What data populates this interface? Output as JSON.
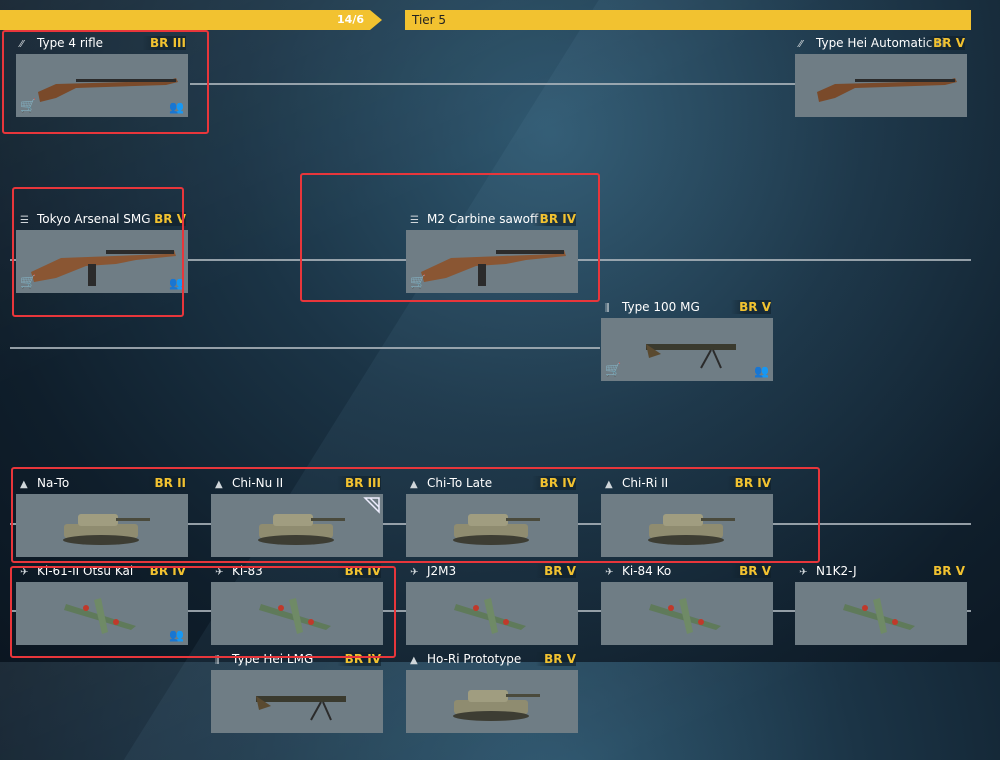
{
  "header": {
    "progress_label": "14/6",
    "tier_label": "Tier 5"
  },
  "colors": {
    "accent": "#f2c230",
    "highlight": "#e8363b",
    "card_bg": "#6f7d85"
  },
  "cards": [
    {
      "id": "type4",
      "icon": "rifle-icon",
      "name": "Type 4 rifle",
      "br": "BR III",
      "badges": [
        "shop-icon",
        "squad-icon"
      ]
    },
    {
      "id": "typehei",
      "icon": "rifle-icon",
      "name": "Type Hei Automatic ri",
      "br": "BR V",
      "badges": []
    },
    {
      "id": "tokyo",
      "icon": "smg-icon",
      "name": "Tokyo Arsenal SMG",
      "br": "BR V",
      "badges": [
        "shop-icon",
        "squad-icon"
      ]
    },
    {
      "id": "m2",
      "icon": "smg-icon",
      "name": "M2 Carbine sawoff",
      "br": "BR IV",
      "badges": [
        "shop-icon"
      ]
    },
    {
      "id": "t100",
      "icon": "mg-icon",
      "name": "Type 100 MG",
      "br": "BR V",
      "badges": [
        "shop-icon",
        "squad-icon"
      ]
    },
    {
      "id": "nato",
      "icon": "tank-icon",
      "name": "Na-To",
      "br": "BR II",
      "badges": []
    },
    {
      "id": "chinu",
      "icon": "tank-icon",
      "name": "Chi-Nu II",
      "br": "BR III",
      "badges": [
        "corner-icon"
      ]
    },
    {
      "id": "chito",
      "icon": "tank-icon",
      "name": "Chi-To Late",
      "br": "BR IV",
      "badges": []
    },
    {
      "id": "chiri",
      "icon": "tank-icon",
      "name": "Chi-Ri II",
      "br": "BR IV",
      "badges": []
    },
    {
      "id": "ki61",
      "icon": "fighter-icon",
      "name": "Ki-61-II Otsu Kai",
      "br": "BR IV",
      "badges": [
        "squad-icon"
      ]
    },
    {
      "id": "ki83",
      "icon": "fighter-icon",
      "name": "Ki-83",
      "br": "BR IV",
      "badges": []
    },
    {
      "id": "j2m3",
      "icon": "fighter-icon",
      "name": "J2M3",
      "br": "BR V",
      "badges": []
    },
    {
      "id": "ki84",
      "icon": "fighter-icon",
      "name": "Ki-84 Ko",
      "br": "BR V",
      "badges": []
    },
    {
      "id": "n1k2",
      "icon": "fighter-icon",
      "name": "N1K2-J",
      "br": "BR V",
      "badges": []
    },
    {
      "id": "typeheilmg",
      "icon": "mg-icon",
      "name": "Type Hei LMG",
      "br": "BR IV",
      "badges": []
    },
    {
      "id": "hori",
      "icon": "tank-icon",
      "name": "Ho-Ri Prototype",
      "br": "BR V",
      "badges": []
    }
  ]
}
